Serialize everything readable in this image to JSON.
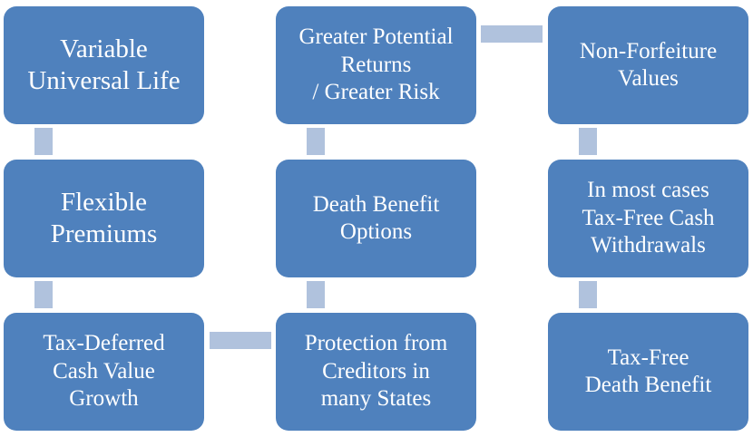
{
  "colors": {
    "box": "#4f81bd",
    "connector": "#b0c2dd",
    "text": "#ffffff"
  },
  "boxes": [
    {
      "text": "Variable\nUniversal Life"
    },
    {
      "text": "Flexible\nPremiums"
    },
    {
      "text": "Tax-Deferred\nCash Value\nGrowth"
    },
    {
      "text": "Protection from\nCreditors  in\nmany States"
    },
    {
      "text": "Death Benefit\nOptions"
    },
    {
      "text": "Greater Potential\nReturns\n/ Greater Risk"
    },
    {
      "text": "Non-Forfeiture\nValues"
    },
    {
      "text": "In most cases\nTax-Free Cash\nWithdrawals"
    },
    {
      "text": "Tax-Free\nDeath Benefit"
    }
  ]
}
